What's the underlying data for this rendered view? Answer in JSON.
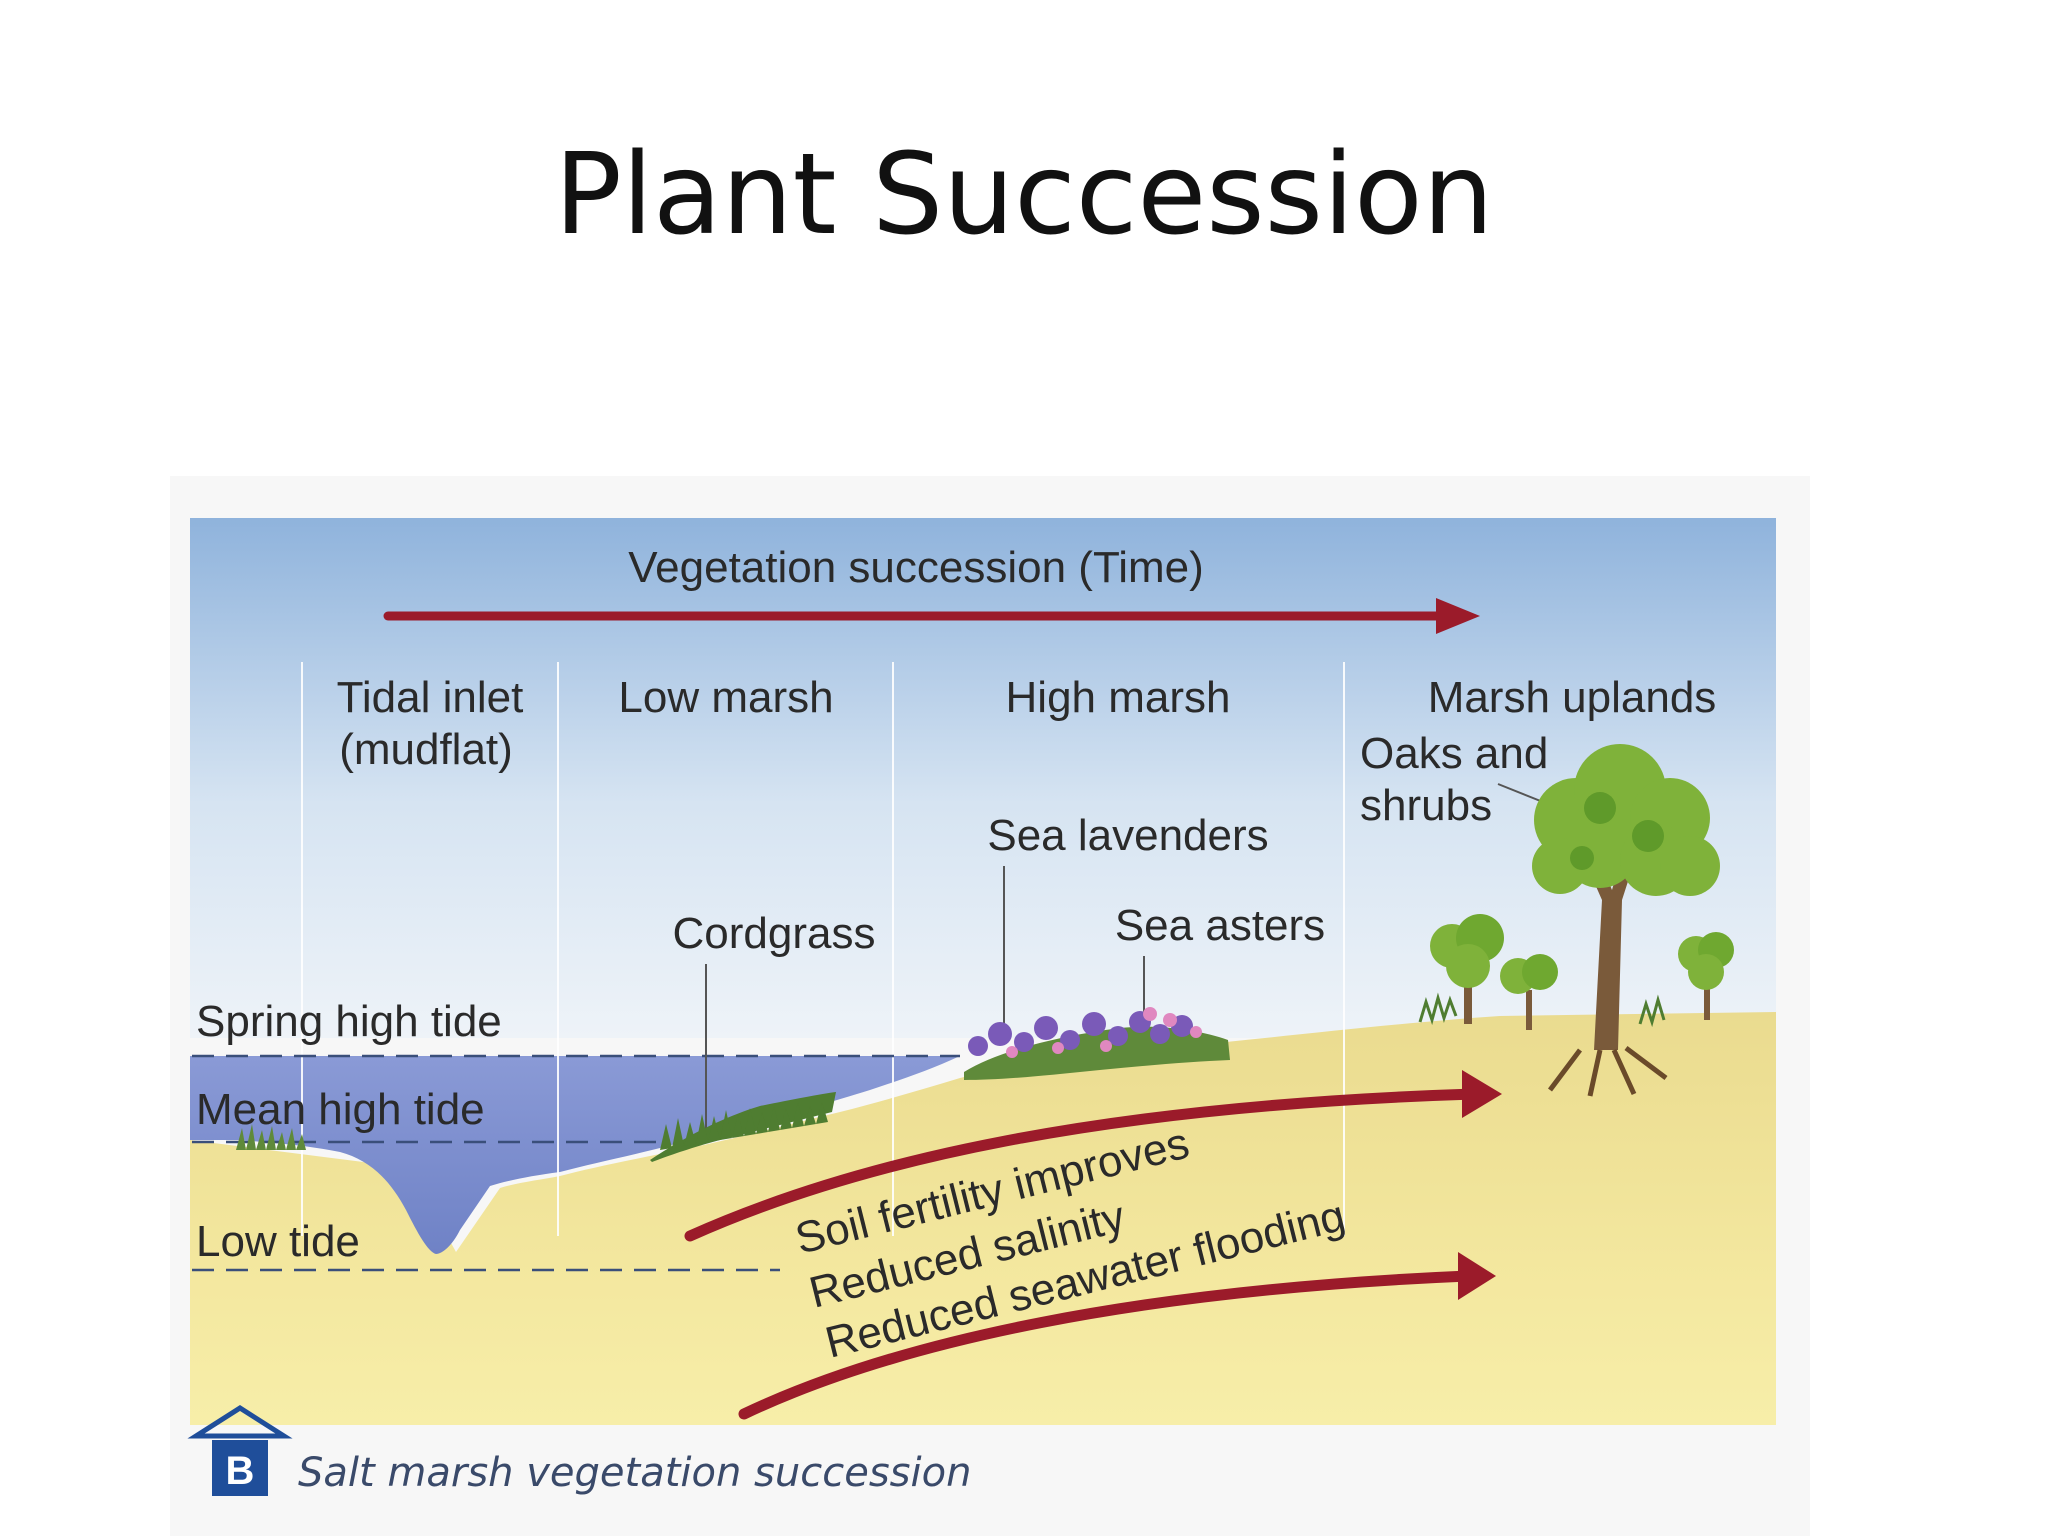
{
  "title": "Plant Succession",
  "diagram": {
    "time_arrow_label": "Vegetation succession (Time)",
    "zones": [
      {
        "line1": "Tidal inlet",
        "line2": "(mudflat)"
      },
      {
        "line1": "Low marsh"
      },
      {
        "line1": "High marsh"
      },
      {
        "line1": "Marsh uplands"
      }
    ],
    "plants": {
      "oaks_line1": "Oaks and",
      "oaks_line2": "shrubs",
      "sea_lavenders": "Sea lavenders",
      "sea_asters": "Sea asters",
      "cordgrass": "Cordgrass"
    },
    "tides": {
      "spring": "Spring high tide",
      "mean": "Mean high tide",
      "low": "Low tide"
    },
    "trends": [
      "Soil fertility improves",
      "Reduced salinity",
      "Reduced seawater flooding"
    ],
    "caption_badge": "B",
    "caption": "Salt marsh vegetation succession",
    "colors": {
      "arrow": "#9b1b2a",
      "sky_top": "#8fb3dc",
      "water": "#7c8fcf",
      "soil": "#eedc88"
    }
  }
}
